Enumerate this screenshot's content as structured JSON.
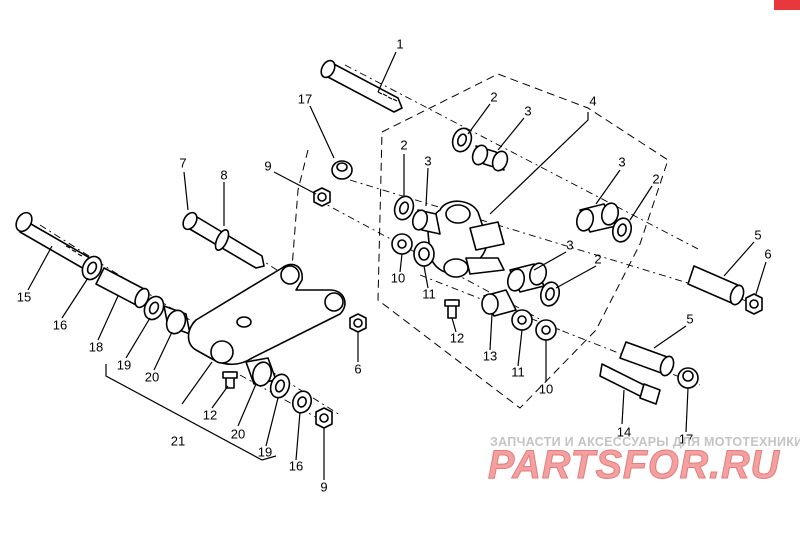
{
  "diagram": {
    "callouts": {
      "c1": "1",
      "c2a": "2",
      "c3a": "3",
      "c4": "4",
      "c2b": "2",
      "c3b": "3",
      "c3c": "3",
      "c2c": "2",
      "c17a": "17",
      "c9a": "9",
      "c7": "7",
      "c8": "8",
      "c5a": "5",
      "c6a": "6",
      "c3d": "3",
      "c2d": "2",
      "c10a": "10",
      "c11a": "11",
      "c12a": "12",
      "c13": "13",
      "c11b": "11",
      "c10b": "10",
      "c5b": "5",
      "c15": "15",
      "c16a": "16",
      "c18": "18",
      "c19a": "19",
      "c20a": "20",
      "c6b": "6",
      "c12b": "12",
      "c14": "14",
      "c17b": "17",
      "c21": "21",
      "c20b": "20",
      "c19b": "19",
      "c16b": "16",
      "c9b": "9"
    }
  },
  "watermark": {
    "tagline": "ЗАПЧАСТИ И АКСЕССУАРЫ ДЛЯ МОТОТЕХНИКИ",
    "logo": "PARTSFOR.RU",
    "corner_color": "#e8383d"
  }
}
